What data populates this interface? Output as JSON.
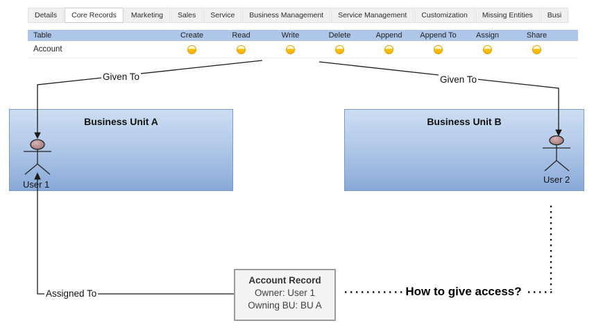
{
  "tabs": {
    "items": [
      {
        "label": "Details",
        "active": false
      },
      {
        "label": "Core Records",
        "active": true
      },
      {
        "label": "Marketing",
        "active": false
      },
      {
        "label": "Sales",
        "active": false
      },
      {
        "label": "Service",
        "active": false
      },
      {
        "label": "Business Management",
        "active": false
      },
      {
        "label": "Service Management",
        "active": false
      },
      {
        "label": "Customization",
        "active": false
      },
      {
        "label": "Missing Entities",
        "active": false
      },
      {
        "label": "Busi",
        "active": false
      }
    ]
  },
  "permissions_table": {
    "columns": [
      "Table",
      "Create",
      "Read",
      "Write",
      "Delete",
      "Append",
      "Append To",
      "Assign",
      "Share"
    ],
    "rows": [
      {
        "name": "Account",
        "levels": [
          "yellow",
          "yellow",
          "yellow",
          "yellow",
          "yellow",
          "yellow",
          "yellow",
          "yellow"
        ]
      }
    ]
  },
  "diagram": {
    "given_to_left": "Given To",
    "given_to_right": "Given To",
    "assigned_to": "Assigned To",
    "bu_a": {
      "title": "Business Unit A"
    },
    "bu_b": {
      "title": "Business Unit B"
    },
    "user_1": "User 1",
    "user_2": "User 2",
    "account_record": {
      "title": "Account Record",
      "line_owner": "Owner: User 1",
      "line_owning_bu": "Owning BU: BU A"
    },
    "question": "How to give access?"
  },
  "colors": {
    "table_header_blue": "#aec6e8",
    "permission_yellow": "#fec10d",
    "permission_yellow_border": "#dda000",
    "bu_box_top": "#cddef3",
    "bu_box_bottom": "#88a9d8",
    "bu_box_border": "#7d99c4",
    "record_bg": "#f4f4f4",
    "record_border": "#9b9b9b",
    "figure_head_fill": "#b38b8b"
  }
}
